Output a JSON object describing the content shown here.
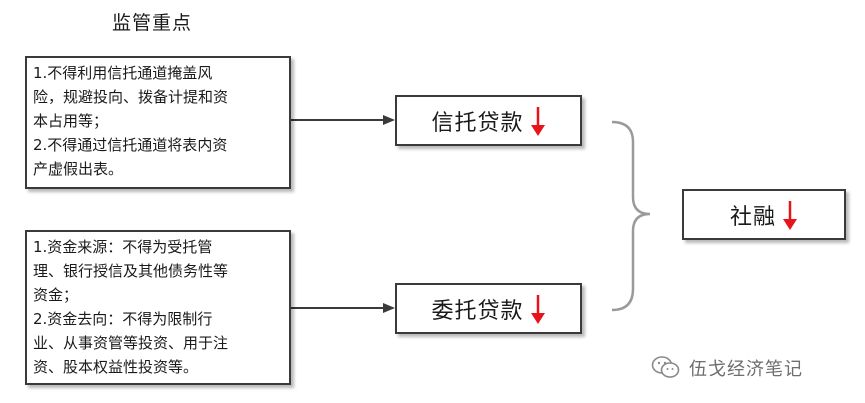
{
  "diagram": {
    "title": "监管重点",
    "rules": [
      {
        "lines": [
          "1.不得利用信托通道掩盖风",
          "险，规避投向、拨备计提和资",
          "本占用等；",
          "2.不得通过信托通道将表内资",
          "产虚假出表。"
        ]
      },
      {
        "lines": [
          "1.资金来源：不得为受托管",
          "理、银行授信及其他债务性等",
          "资金；",
          "2.资金去向：不得为限制行",
          "业、从事资管等投资、用于注",
          "资、股本权益性投资等。"
        ]
      }
    ],
    "nodes": {
      "trust_loan": "信托贷款",
      "entrusted_loan": "委托贷款",
      "social_financing": "社融"
    },
    "trend": "down",
    "arrow_color": "#e8141c",
    "line_color": "#3a3a3a",
    "watermark": "伍戈经济笔记"
  }
}
